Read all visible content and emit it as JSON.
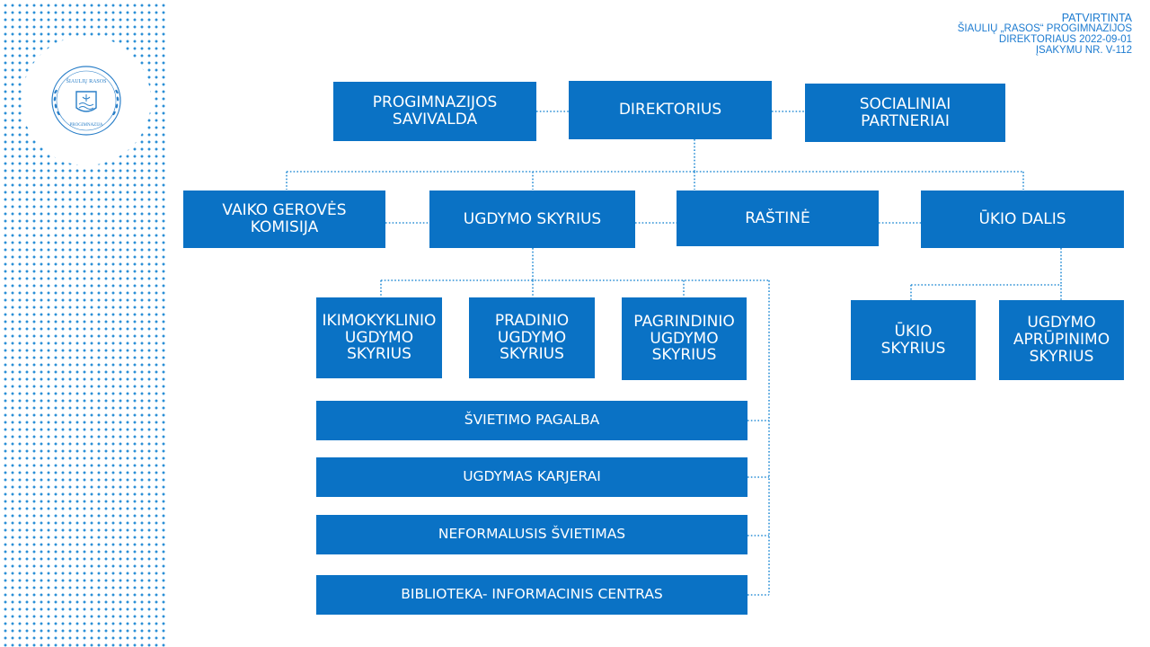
{
  "approval": {
    "title": "PATVIRTINTA",
    "line1": "ŠIAULIŲ „RASOS“ PROGIMNAZIJOS",
    "line2": "DIREKTORIAUS 2022-09-01",
    "line3": "ĮSAKYMU NR. V-112"
  },
  "logo": {
    "top_text": "ŠIAULIŲ RASOS",
    "bottom_text": "PROGIMNAZIJA"
  },
  "nodes": {
    "progimnazijos_savivalda": "PROGIMNAZIJOS SAVIVALDA",
    "direktorius": "DIREKTORIUS",
    "socialiniai_partneriai": "SOCIALINIAI PARTNERIAI",
    "vaiko_geroves_komisija": "VAIKO GEROVĖS KOMISIJA",
    "ugdymo_skyrius": "UGDYMO SKYRIUS",
    "rastine": "RAŠTINĖ",
    "ukio_dalis": "ŪKIO DALIS",
    "ikimokyklinio": "IKIMOKYKLINIO UGDYMO SKYRIUS",
    "pradinio": "PRADINIO UGDYMO SKYRIUS",
    "pagrindinio": "PAGRINDINIO UGDYMO SKYRIUS",
    "svietimo_pagalba": "ŠVIETIMO PAGALBA",
    "ugdymas_karjerai": "UGDYMAS KARJERAI",
    "neformalusis": "NEFORMALUSIS ŠVIETIMAS",
    "biblioteka": "BIBLIOTEKA- INFORMACINIS CENTRAS",
    "ukio_skyrius": "ŪKIO SKYRIUS",
    "aprupinimo": "UGDYMO APRŪPINIMO SKYRIUS"
  },
  "colors": {
    "box": "#0a72c5",
    "connector": "#2b8fd6",
    "text_on_box": "#ffffff",
    "approval_text": "#1c7bd0"
  }
}
